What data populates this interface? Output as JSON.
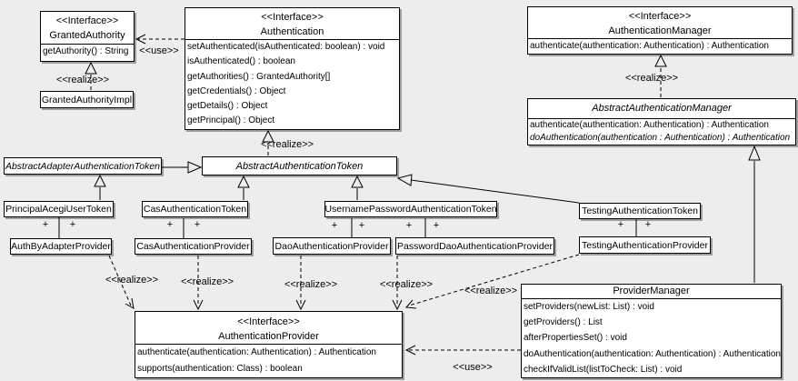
{
  "diagram": {
    "background_color": "#ededed",
    "node_fill_color": "#ffffff",
    "line_color": "#000000",
    "shadow_color": "#9e9e9e"
  },
  "labels": {
    "use": "<<use>>",
    "realize": "<<realize>>",
    "plus": "+"
  },
  "classes": {
    "granted_authority": {
      "stereotype": "<<Interface>>",
      "name": "GrantedAuthority",
      "methods": [
        "getAuthority() : String"
      ]
    },
    "granted_authority_impl": {
      "name": "GrantedAuthorityImpl"
    },
    "authentication": {
      "stereotype": "<<Interface>>",
      "name": "Authentication",
      "methods": [
        "setAuthenticated(isAuthenticated: boolean) : void",
        "isAuthenticated() : boolean",
        "getAuthorities() : GrantedAuthority[]",
        "getCredentials() : Object",
        "getDetails() : Object",
        "getPrincipal() : Object"
      ]
    },
    "authentication_manager": {
      "stereotype": "<<Interface>>",
      "name": "AuthenticationManager",
      "methods": [
        "authenticate(authentication: Authentication) : Authentication"
      ]
    },
    "abstract_authentication_manager": {
      "name": "AbstractAuthenticationManager",
      "methods": [
        "authenticate(authentication: Authentication) : Authentication",
        "doAuthentication(authentication : Authentication) : Authentication"
      ]
    },
    "abstract_adapter_authentication_token": {
      "name": "AbstractAdapterAuthenticationToken"
    },
    "abstract_authentication_token": {
      "name": "AbstractAuthenticationToken"
    },
    "principal_acegi_user_token": {
      "name": "PrincipalAcegiUserToken"
    },
    "cas_authentication_token": {
      "name": "CasAuthenticationToken"
    },
    "username_password_authentication_token": {
      "name": "UsernamePasswordAuthenticationToken"
    },
    "testing_authentication_token": {
      "name": "TestingAuthenticationToken"
    },
    "auth_by_adapter_provider": {
      "name": "AuthByAdapterProvider"
    },
    "cas_authentication_provider": {
      "name": "CasAuthenticationProvider"
    },
    "dao_authentication_provider": {
      "name": "DaoAuthenticationProvider"
    },
    "password_dao_authentication_provider": {
      "name": "PasswordDaoAuthenticationProvider"
    },
    "testing_authentication_provider": {
      "name": "TestingAuthenticationProvider"
    },
    "authentication_provider": {
      "stereotype": "<<Interface>>",
      "name": "AuthenticationProvider",
      "methods": [
        "authenticate(authentication: Authentication) : Authentication",
        "supports(authentication: Class) : boolean"
      ]
    },
    "provider_manager": {
      "name": "ProviderManager",
      "methods": [
        "setProviders(newList: List) : void",
        "getProviders() : List",
        "afterPropertiesSet() : void",
        "doAuthentication(authentication: Authentication) : Authentication",
        "checkIfValidList(listToCheck: List) : void"
      ]
    }
  }
}
